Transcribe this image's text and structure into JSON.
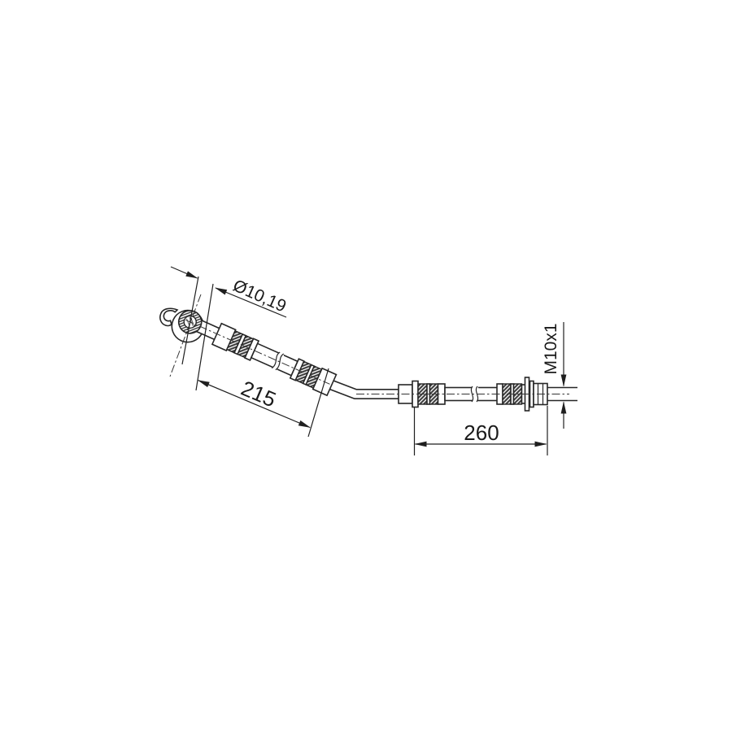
{
  "page": {
    "background_color": "#ffffff",
    "line_color": "#262626",
    "dimension_color": "#1f1f1f"
  },
  "diagram": {
    "subject": "brake-hose-technical-drawing",
    "labels": {
      "diameter": "Ø10,19",
      "length_upper": "215",
      "length_lower": "260",
      "thread": "M10x1"
    }
  }
}
